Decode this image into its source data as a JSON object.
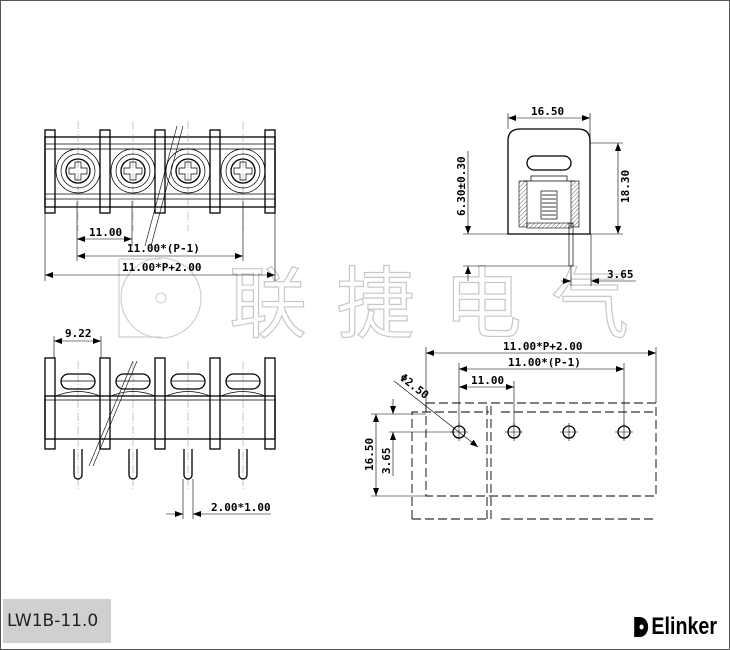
{
  "drawing": {
    "model": "LW1B-11.0",
    "brand": "Elinker",
    "watermark": "联捷电气",
    "top_view": {
      "pitch": "11.00",
      "span": "11.00*(P-1)",
      "overall": "11.00*P+2.00"
    },
    "side_view": {
      "width": "16.50",
      "height": "18.30",
      "pin_length": "6.30±0.30",
      "pin_offset": "3.65"
    },
    "front_view": {
      "post_width": "9.22",
      "pin_size": "2.00*1.00"
    },
    "pcb_layout": {
      "overall": "11.00*P+2.00",
      "span": "11.00*(P-1)",
      "pitch": "11.00",
      "hole": "Φ2.50",
      "depth": "16.50",
      "hole_offset": "3.65"
    }
  }
}
